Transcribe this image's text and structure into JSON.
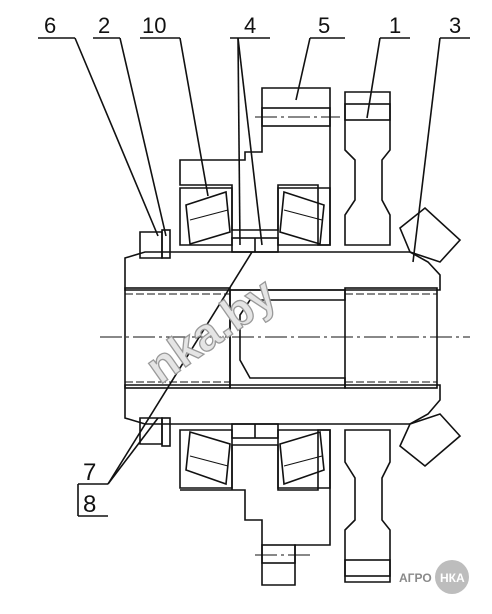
{
  "drawing": {
    "callouts": [
      {
        "id": "6",
        "text": "6"
      },
      {
        "id": "2",
        "text": "2"
      },
      {
        "id": "10",
        "text": "10"
      },
      {
        "id": "4",
        "text": "4"
      },
      {
        "id": "5",
        "text": "5"
      },
      {
        "id": "1",
        "text": "1"
      },
      {
        "id": "3",
        "text": "3"
      },
      {
        "id": "7",
        "text": "7"
      },
      {
        "id": "8",
        "text": "8"
      }
    ]
  },
  "watermark": {
    "text": "nka.by"
  },
  "logo": {
    "left": "АГРО",
    "right": "НКА"
  },
  "colors": {
    "ink": "#111111",
    "hatch": "#222222",
    "watermark": "#9a9a9a",
    "logo": "#8a8a8a"
  }
}
